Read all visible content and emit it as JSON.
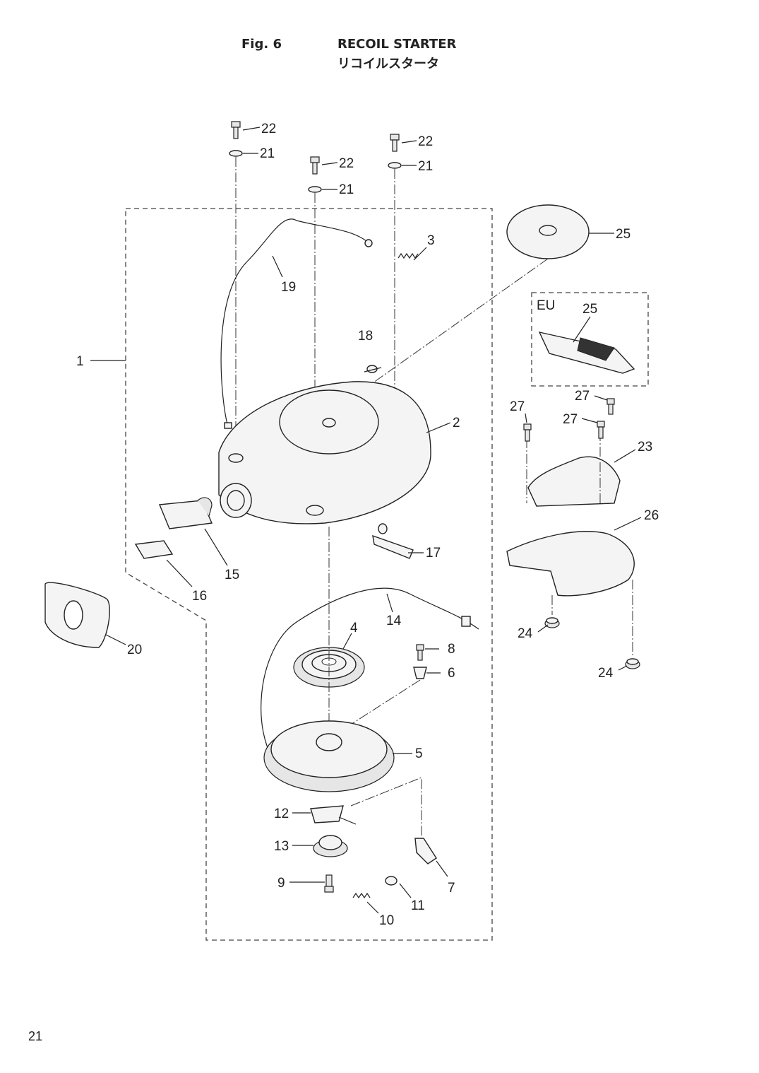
{
  "header": {
    "fig_label": "Fig. 6",
    "title": "RECOIL STARTER",
    "title_jp": "リコイルスタータ"
  },
  "region_label": "EU",
  "page_number": "21",
  "callouts": [
    "22",
    "21",
    "22",
    "21",
    "22",
    "21",
    "3",
    "19",
    "25",
    "25",
    "18",
    "1",
    "2",
    "27",
    "27",
    "27",
    "23",
    "26",
    "17",
    "15",
    "16",
    "14",
    "20",
    "4",
    "8",
    "6",
    "24",
    "24",
    "5",
    "12",
    "13",
    "9",
    "7",
    "11",
    "10"
  ]
}
